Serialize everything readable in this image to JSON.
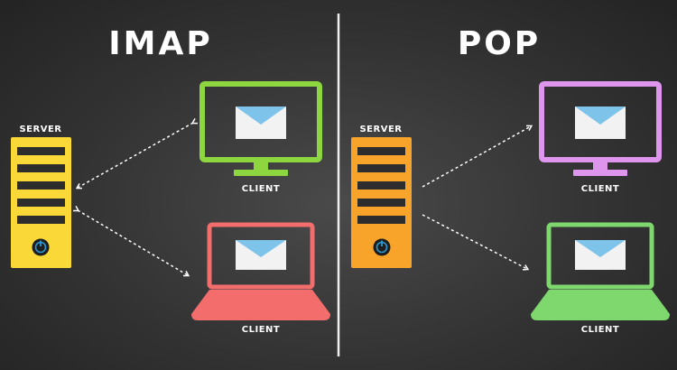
{
  "imap": {
    "title": "IMAP",
    "server_label": "SERVER",
    "desktop_label": "CLIENT",
    "laptop_label": "CLIENT",
    "server_color": "#f9d838",
    "desktop_color": "#8ed640",
    "laptop_color": "#f46d6d"
  },
  "pop": {
    "title": "POP",
    "server_label": "SERVER",
    "desktop_label": "CLIENT",
    "laptop_label": "CLIENT",
    "server_color": "#f8a32a",
    "desktop_color": "#dd95ee",
    "laptop_color": "#7ed86e"
  },
  "colors": {
    "envelope": "#f2f2f2",
    "envelope_flap": "#7ec3ea",
    "power_ring": "#2b99d6",
    "divider": "#f0f0f0"
  },
  "icons": [
    "server-icon",
    "desktop-monitor-icon",
    "laptop-icon",
    "envelope-icon",
    "power-icon",
    "dashed-arrow"
  ]
}
